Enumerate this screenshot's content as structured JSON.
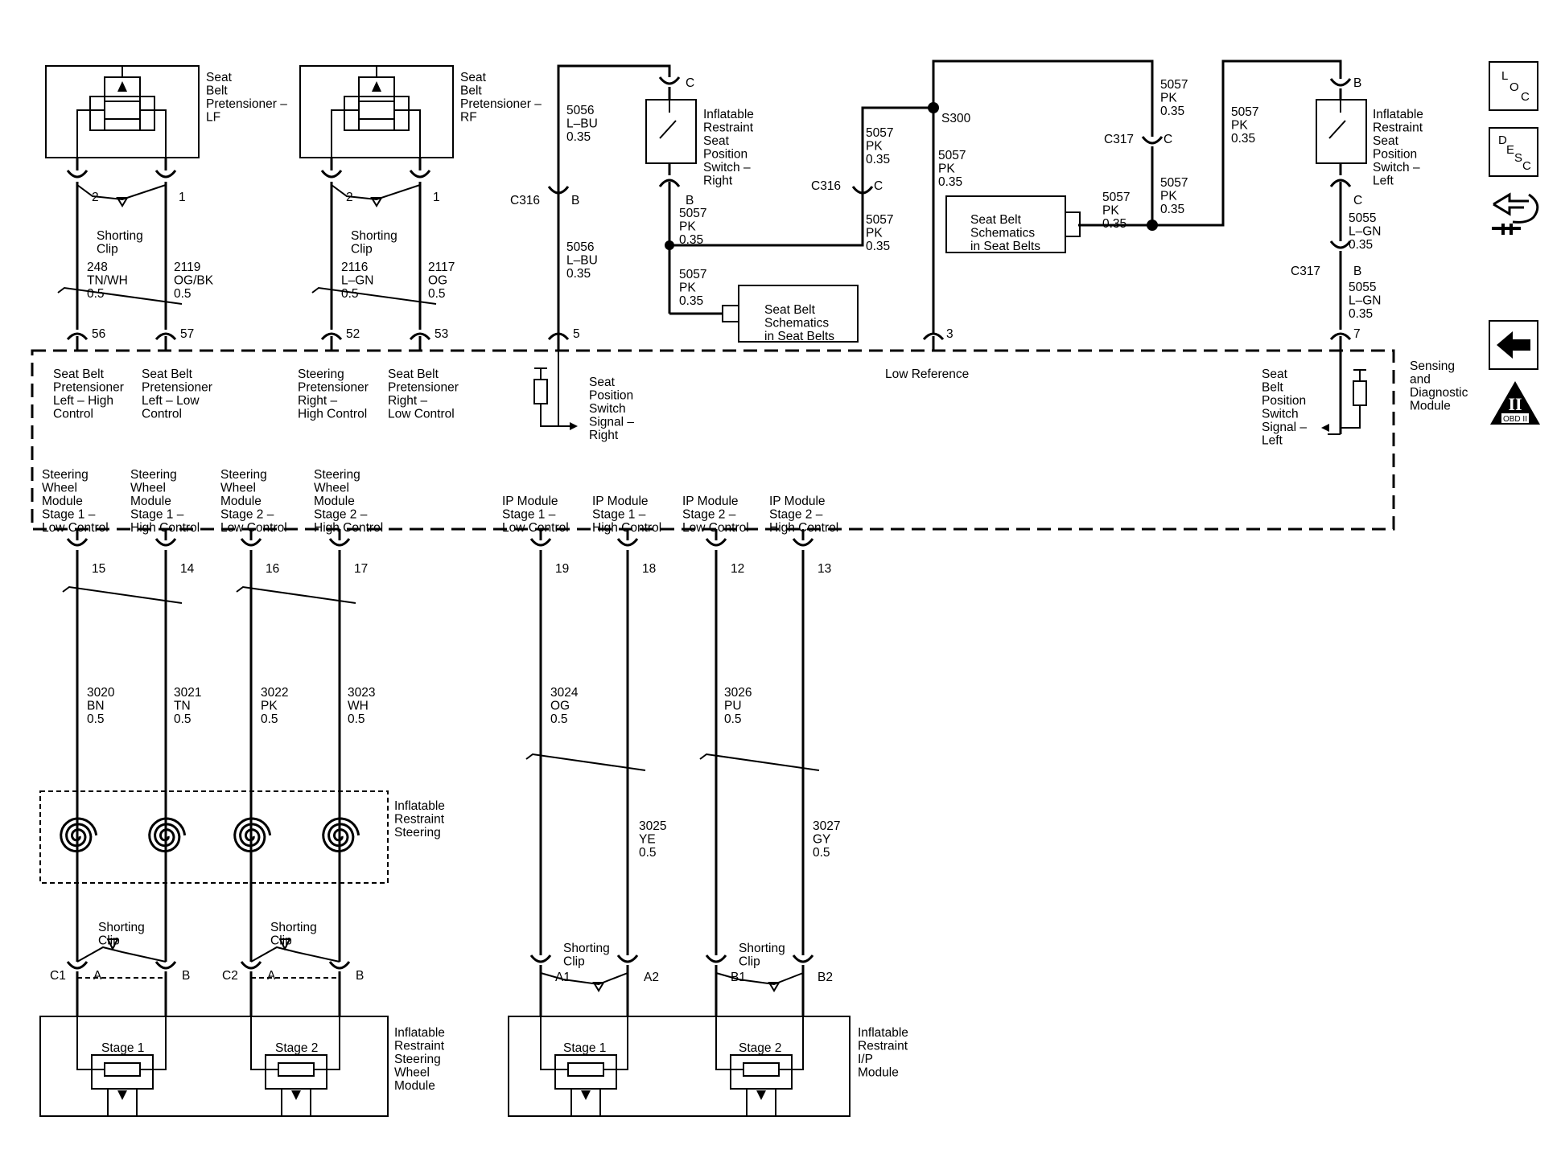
{
  "sensing_module": {
    "title": "Sensing\nand\nDiagnostic\nModule"
  },
  "components": {
    "pretensioner_lf": "Seat\nBelt\nPretensioner –\nLF",
    "pretensioner_rf": "Seat\nBelt\nPretensioner –\nRF",
    "switch_right": "Inflatable\nRestraint\nSeat\nPosition\nSwitch –\nRight",
    "switch_left": "Inflatable\nRestraint\nSeat\nPosition\nSwitch –\nLeft",
    "shorting_clip": "Shorting\nClip",
    "seat_belt_schem_1": "Seat Belt\nSchematics\nin Seat Belts",
    "seat_belt_schem_2": "Seat Belt\nSchematics\nin Seat Belts",
    "ir_steering": "Inflatable\nRestraint\nSteering",
    "ir_steering_wheel_module": "Inflatable\nRestraint\nSteering\nWheel\nModule",
    "ir_ip_module": "Inflatable\nRestraint\nI/P\nModule",
    "stage1": "Stage 1",
    "stage2": "Stage 2"
  },
  "module_labels": {
    "m56": "Seat Belt\nPretensioner\nLeft – High\nControl",
    "m57": "Seat Belt\nPretensioner\nLeft – Low\nControl",
    "m52": "Steering\nPretensioner\nRight –\nHigh Control",
    "m53": "Seat Belt\nPretensioner\nRight –\nLow Control",
    "sps_right": "Seat\nPosition\nSwitch\nSignal –\nRight",
    "low_ref": "Low Reference",
    "sps_left": "Seat\nBelt\nPosition\nSwitch\nSignal –\nLeft",
    "m15": "Steering\nWheel\nModule\nStage 1 –\nLow Control",
    "m14": "Steering\nWheel\nModule\nStage 1 –\nHigh Control",
    "m16": "Steering\nWheel\nModule\nStage 2 –\nLow Control",
    "m17": "Steering\nWheel\nModule\nStage 2 –\nHigh Control",
    "m19": "IP Module\nStage 1 –\nLow Control",
    "m18": "IP Module\nStage 1 –\nHigh Control",
    "m12": "IP Module\nStage 2 –\nLow Control",
    "m13": "IP Module\nStage 2 –\nHigh Control"
  },
  "pins": {
    "p56": "56",
    "p57": "57",
    "p52": "52",
    "p53": "53",
    "p5": "5",
    "p3": "3",
    "p7": "7",
    "p15": "15",
    "p14": "14",
    "p16": "16",
    "p17": "17",
    "p19": "19",
    "p18": "18",
    "p12": "12",
    "p13": "13",
    "lf2": "2",
    "lf1": "1",
    "rf2": "2",
    "rf1": "1",
    "swr_c": "C",
    "swr_b": "B",
    "swl_b": "B",
    "swl_c": "C",
    "c316_b": "B",
    "c316_c": "C",
    "c317_c": "C",
    "c317_b": "B",
    "c1": "C1",
    "c2": "C2",
    "a": "A",
    "b": "B",
    "a2nd": "A",
    "b2nd": "B",
    "a1": "A1",
    "a2": "A2",
    "b1": "B1",
    "b2": "B2"
  },
  "connectors": {
    "c316_1": "C316",
    "c316_2": "C316",
    "c317_1": "C317",
    "c317_2": "C317",
    "s300": "S300"
  },
  "wires": {
    "w248": "248\nTN/WH\n0.5",
    "w2119": "2119\nOG/BK\n0.5",
    "w2116": "2116\nL–GN\n0.5",
    "w2117": "2117\nOG\n0.5",
    "w5056a": "5056\nL–BU\n0.35",
    "w5056b": "5056\nL–BU\n0.35",
    "w5057_swb": "5057\nPK\n0.35",
    "w5057_sb1": "5057\nPK\n0.35",
    "w5057_c316a": "5057\nPK\n0.35",
    "w5057_c316b": "5057\nPK\n0.35",
    "w5057_s300": "5057\nPK\n0.35",
    "w5057_c317a": "5057\nPK\n0.35",
    "w5057_c317b": "5057\nPK\n0.35",
    "w5057_sb2": "5057\nPK\n0.35",
    "w5057_r": "5057\nPK\n0.35",
    "w5055a": "5055\nL–GN\n0.35",
    "w5055b": "5055\nL–GN\n0.35",
    "w3020": "3020\nBN\n0.5",
    "w3021": "3021\nTN\n0.5",
    "w3022": "3022\nPK\n0.5",
    "w3023": "3023\nWH\n0.5",
    "w3024": "3024\nOG\n0.5",
    "w3026": "3026\nPU\n0.5",
    "w3025": "3025\nYE\n0.5",
    "w3027": "3027\nGY\n0.5"
  },
  "nav": {
    "loc": [
      "L",
      "O",
      "C"
    ],
    "desc": [
      "D",
      "E",
      "S",
      "C"
    ],
    "obd": "OBD II",
    "obd_roman": "II"
  }
}
